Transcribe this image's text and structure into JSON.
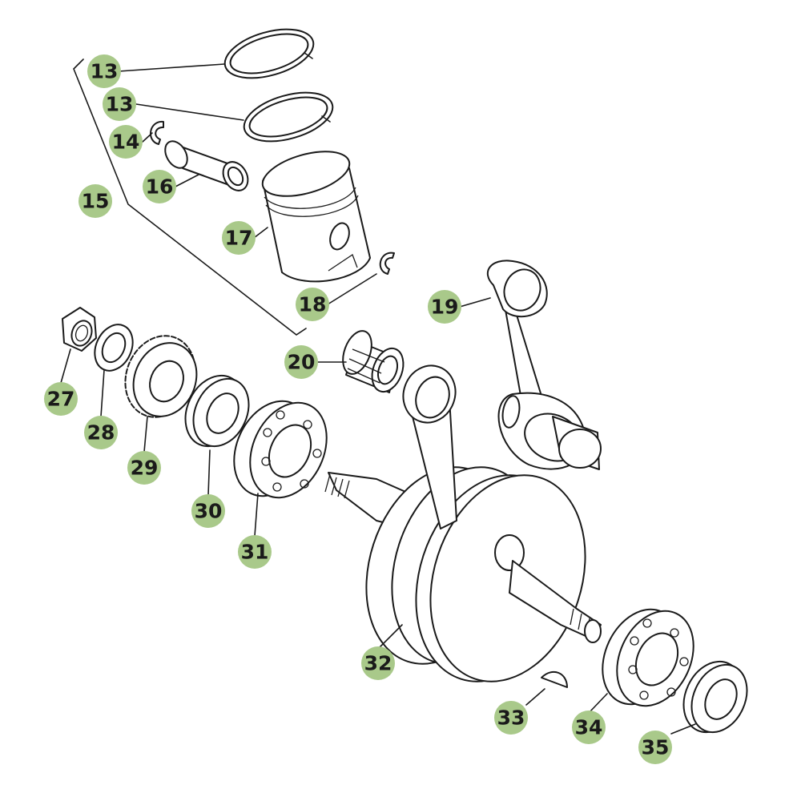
{
  "diagram": {
    "colors": {
      "badge": "#a9c98a",
      "ink": "#1a1a1a",
      "background": "#ffffff"
    },
    "callouts": [
      {
        "id": "c13a",
        "label": "13"
      },
      {
        "id": "c13b",
        "label": "13"
      },
      {
        "id": "c14",
        "label": "14"
      },
      {
        "id": "c15",
        "label": "15"
      },
      {
        "id": "c16",
        "label": "16"
      },
      {
        "id": "c17",
        "label": "17"
      },
      {
        "id": "c18",
        "label": "18"
      },
      {
        "id": "c19",
        "label": "19"
      },
      {
        "id": "c20",
        "label": "20"
      },
      {
        "id": "c27",
        "label": "27"
      },
      {
        "id": "c28",
        "label": "28"
      },
      {
        "id": "c29",
        "label": "29"
      },
      {
        "id": "c30",
        "label": "30"
      },
      {
        "id": "c31",
        "label": "31"
      },
      {
        "id": "c32",
        "label": "32"
      },
      {
        "id": "c33",
        "label": "33"
      },
      {
        "id": "c34",
        "label": "34"
      },
      {
        "id": "c35",
        "label": "35"
      }
    ]
  }
}
